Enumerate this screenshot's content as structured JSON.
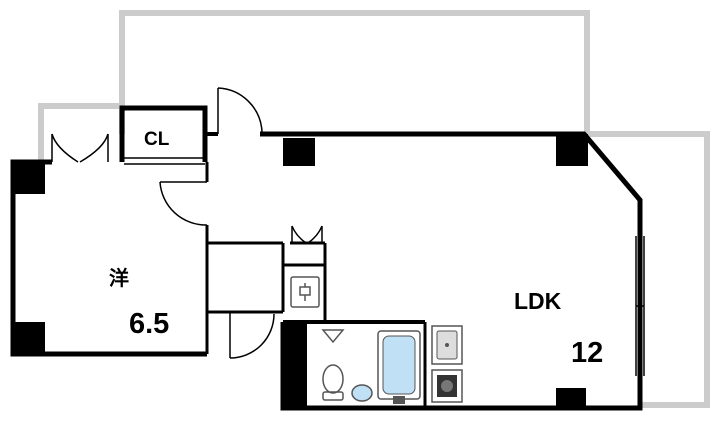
{
  "rooms": {
    "western": {
      "name": "洋",
      "size": "6.5"
    },
    "ldk": {
      "name": "LDK",
      "size": "12"
    },
    "closet": {
      "name": "CL"
    }
  },
  "colors": {
    "wall": "#000000",
    "balcony": "#cccccc",
    "fixture": "#555555",
    "bath": "#bfe0f5"
  }
}
